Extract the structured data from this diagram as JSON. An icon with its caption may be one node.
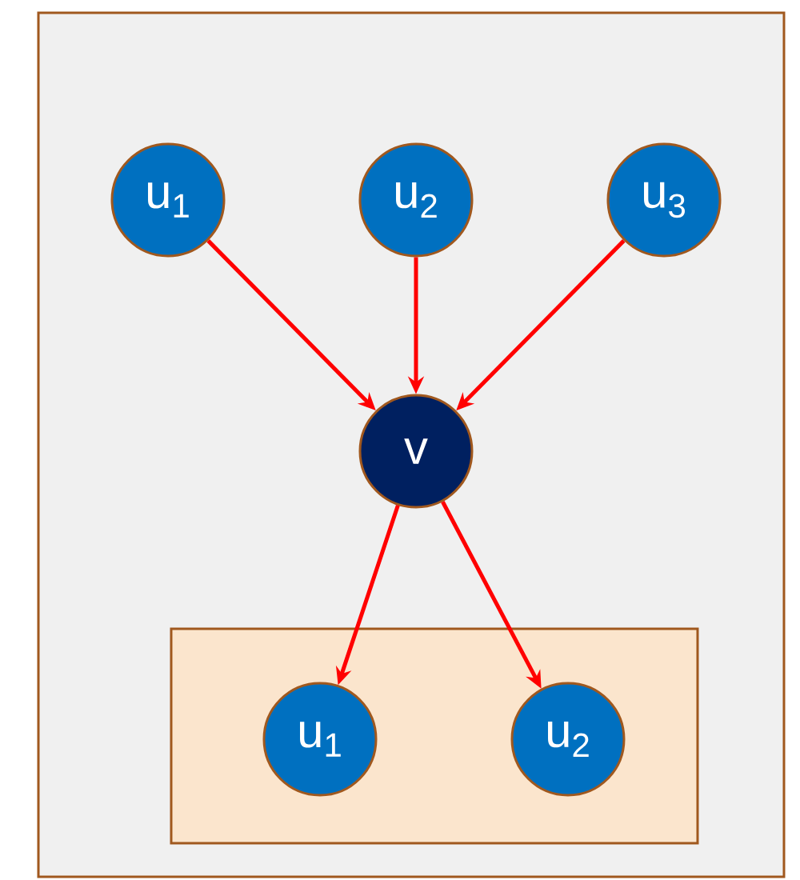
{
  "diagram": {
    "nodes": [
      {
        "text": [],
        "shape": "box"
      },
      {
        "text": [
          "u$_{1}$"
        ],
        "in": 0
      },
      {
        "text": [
          "u$_{2}$"
        ],
        "in": 0
      },
      {
        "text": [
          "u$_{3}$"
        ],
        "in": 0
      },
      {
        "text": [
          "v"
        ],
        "in": 0
      },
      {
        "text": [],
        "shape": "box",
        "in": 0
      },
      {
        "text": [
          "u$_{1}$"
        ],
        "in": 5
      },
      {
        "text": [
          "u$_{2}$"
        ],
        "in": 5
      }
    ],
    "edges": [
      {
        "from": 1,
        "to": 4,
        "arrow": "to"
      },
      {
        "from": 2,
        "to": 4,
        "arrow": "to"
      },
      {
        "from": 3,
        "to": 4,
        "arrow": "to"
      },
      {
        "from": 4,
        "to": 6,
        "arrow": "to"
      },
      {
        "from": 4,
        "to": 7,
        "arrow": "to"
      }
    ]
  }
}
